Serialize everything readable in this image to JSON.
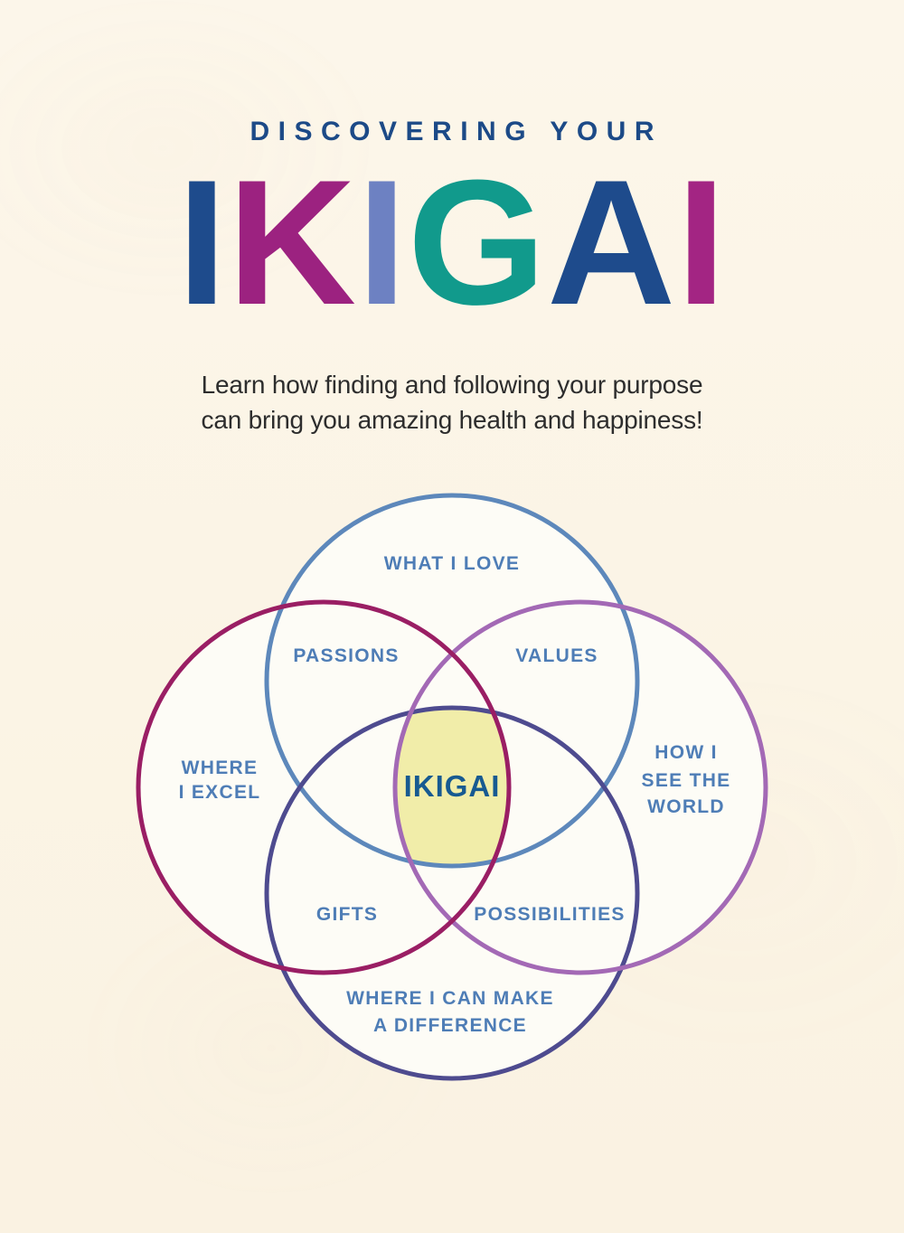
{
  "header": {
    "eyebrow": "DISCOVERING YOUR",
    "word_letters": [
      {
        "char": "I",
        "color": "#1e4b8c"
      },
      {
        "char": "K",
        "color": "#9c2280"
      },
      {
        "char": "I",
        "color": "#6d81c2"
      },
      {
        "char": "G",
        "color": "#119a8c"
      },
      {
        "char": "A",
        "color": "#1e4b8c"
      },
      {
        "char": "I",
        "color": "#a32583"
      }
    ],
    "subtitle_line1": "Learn how finding and following your purpose",
    "subtitle_line2": "can bring you amazing health and happiness!"
  },
  "diagram": {
    "top_label": "WHAT I LOVE",
    "passions": "PASSIONS",
    "values": "VALUES",
    "left_label_line1": "WHERE",
    "left_label_line2": "I EXCEL",
    "center_label": "IKIGAI",
    "right_label_line1": "HOW I",
    "right_label_line2": "SEE THE",
    "right_label_line3": "WORLD",
    "gifts": "GIFTS",
    "possibilities": "POSSIBILITIES",
    "bottom_label_line1": "WHERE I CAN MAKE",
    "bottom_label_line2": "A DIFFERENCE"
  },
  "colors": {
    "background": "#fbf4e5",
    "circle_interior": "#fdfcf6",
    "ikigai_center_fill": "#f1eda9",
    "circle_love_stroke": "#5d88bb",
    "circle_excel_stroke": "#9a1e64",
    "circle_world_stroke": "#a369b5",
    "circle_difference_stroke": "#4e4b8f",
    "diagram_label": "#4e7db6",
    "center_label_color": "#175a91",
    "eyebrow_color": "#1c4a87",
    "subtitle_color": "#2d2d2d"
  }
}
